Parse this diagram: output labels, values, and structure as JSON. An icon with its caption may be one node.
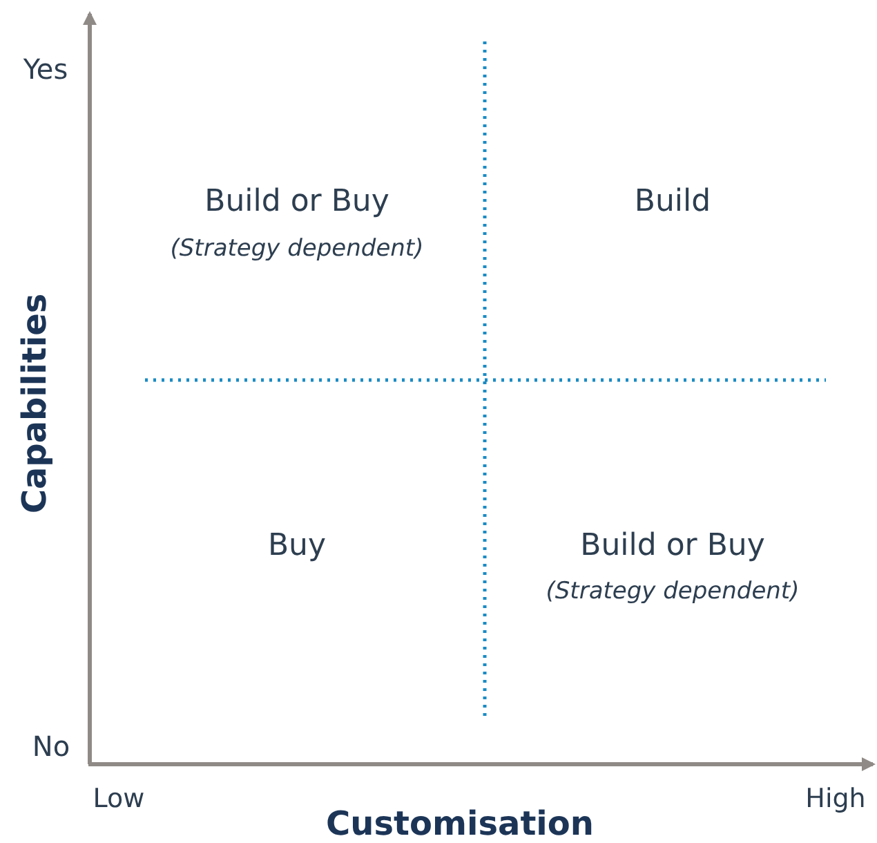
{
  "diagram": {
    "labels": [
      "Yes",
      "Build or Buy",
      "(Strategy dependent)",
      "Build",
      "Capabilities",
      "Buy",
      "Build or Buy",
      "(Strategy dependent)",
      "No",
      "Low",
      "High",
      "Customisation"
    ]
  }
}
